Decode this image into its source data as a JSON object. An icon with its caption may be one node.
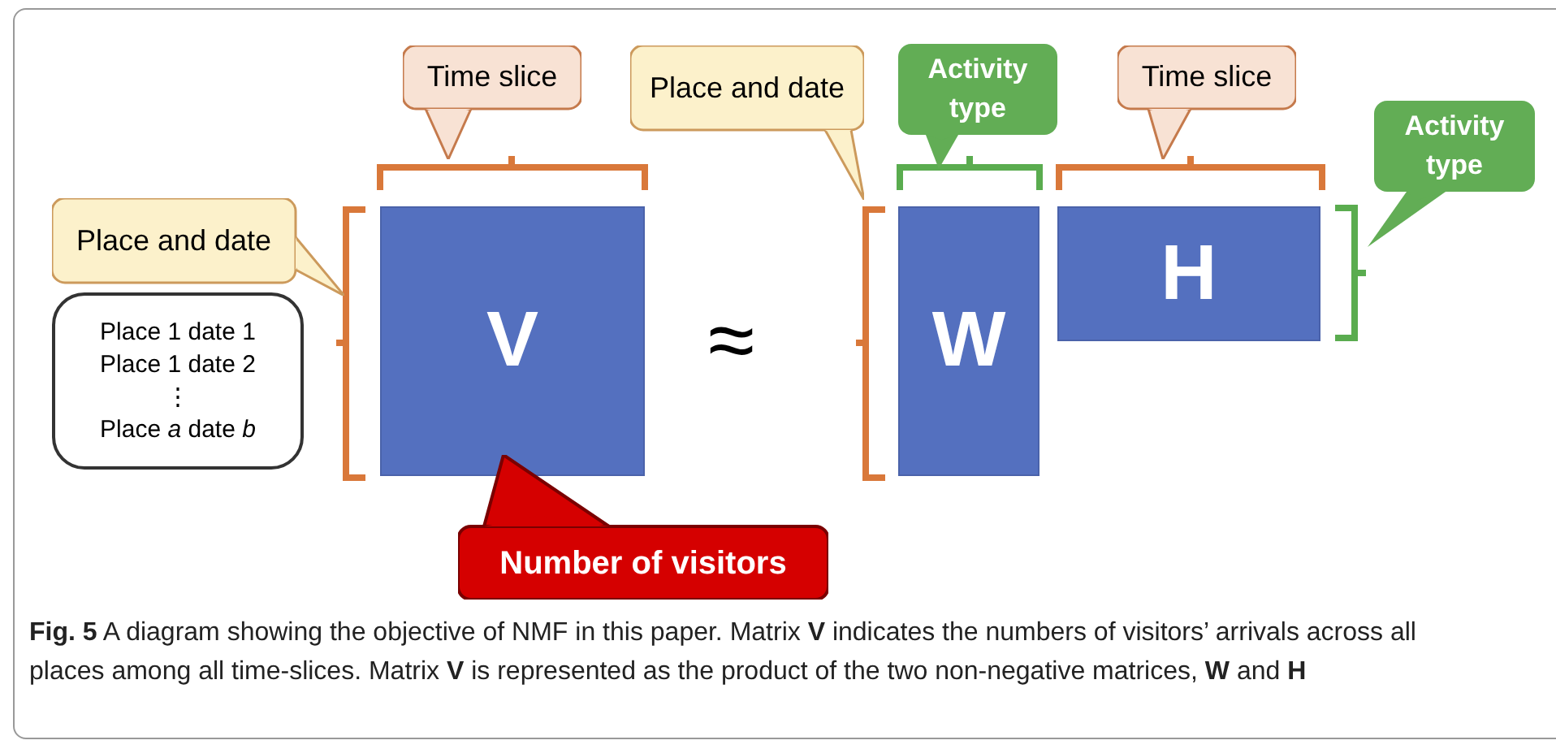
{
  "diagram": {
    "caption": "**Fig. 5** A diagram showing the objective of NMF in this paper. Matrix **V** indicates the numbers of visitors’ arrivals across all places among all time-slices. Matrix **V** is represented as the product of the two non-negative matrices, **W** and **H**",
    "nodes": [
      {
        "text": [
          "Time slice"
        ]
      },
      {
        "text": [
          "Place and date"
        ]
      },
      {
        "text": [
          "Place 1 date 1",
          "Place 1 date 2",
          "⋮",
          "Place *a* date *b*"
        ]
      },
      {
        "text": [
          "V"
        ]
      },
      {
        "text": [
          "Number of visitors"
        ]
      },
      {
        "text": [
          "Place and date"
        ]
      },
      {
        "text": [
          "Activity type"
        ]
      },
      {
        "text": [
          "W"
        ]
      },
      {
        "text": [
          "Time slice"
        ]
      },
      {
        "text": [
          "H"
        ]
      },
      {
        "text": [
          "Activity type"
        ]
      }
    ],
    "labels": [
      "≈"
    ]
  }
}
